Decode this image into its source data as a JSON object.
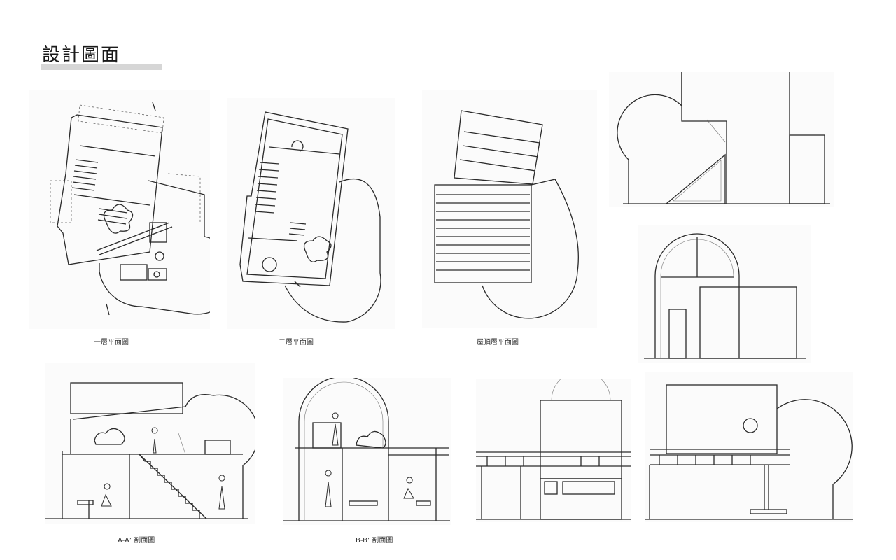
{
  "page": {
    "title": "設計圖面"
  },
  "captions": {
    "floor1": "一層平面圖",
    "floor2": "二層平面圖",
    "roof": "屋頂層平面圖",
    "section_aa": "A-A’ 剖面圖",
    "section_bb": "B-B’ 剖面圖"
  }
}
